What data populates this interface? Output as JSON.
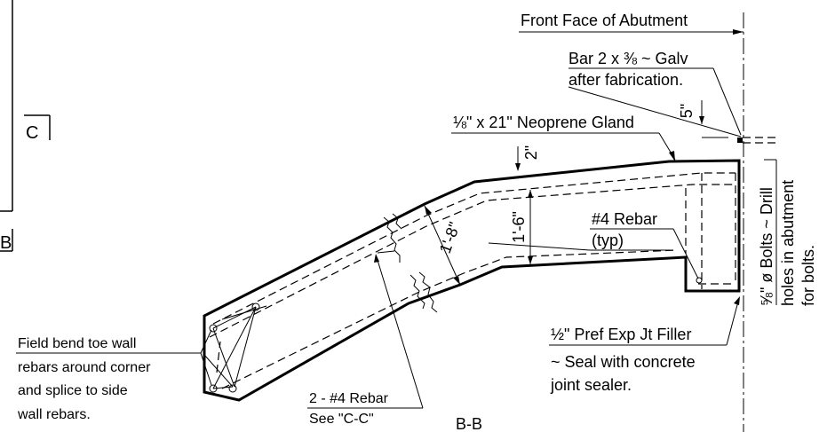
{
  "labels": {
    "front_face": "Front Face of Abutment",
    "bar_line1": "Bar 2 x ⅜ ~ Galv",
    "bar_line2": "after fabrication.",
    "dim_5": "5\"",
    "gland": "⅛\" x 21\" Neoprene Gland",
    "dim_2": "2\"",
    "dim_1_8": "1'-8\"",
    "dim_1_6": "1'-6\"",
    "rebar4_line1": "#4 Rebar",
    "rebar4_line2": "(typ)",
    "bolts_line1": "⅝\" ø Bolts ~ Drill",
    "bolts_line2": "holes in abutment",
    "bolts_line3": "for bolts.",
    "filler_line1": "½\" Pref Exp Jt Filler",
    "filler_line2": "~ Seal with concrete",
    "filler_line3": "joint sealer.",
    "field_line1": "Field bend toe wall",
    "field_line2": "rebars around corner",
    "field_line3": "and splice to side",
    "field_line4": "wall rebars.",
    "two_rebar_line1": "2 - #4 Rebar",
    "two_rebar_line2": "See \"C-C\"",
    "section_title": "B-B",
    "section_c": "C",
    "section_b": "B"
  }
}
